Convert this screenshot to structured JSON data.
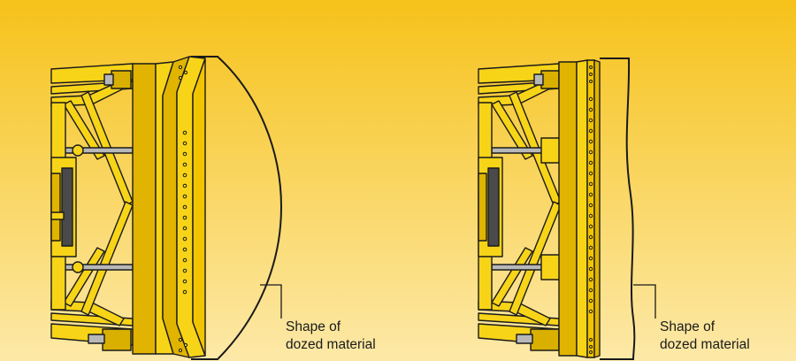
{
  "colors": {
    "background_top": "#f6c21a",
    "background_bottom": "#fde9a8",
    "blade_fill": "#f7d417",
    "blade_shade": "#e0b400",
    "outline": "#1a1a1a",
    "cylinder_rod": "#b8b8b8",
    "dark_detail": "#4a4a4a"
  },
  "diagrams": [
    {
      "id": "curved-blade",
      "label_line1": "Shape of",
      "label_line2": "dozed material",
      "material_shape": "convex-arc"
    },
    {
      "id": "straight-blade",
      "label_line1": "Shape of",
      "label_line2": "dozed material",
      "material_shape": "wavy-vertical"
    }
  ]
}
